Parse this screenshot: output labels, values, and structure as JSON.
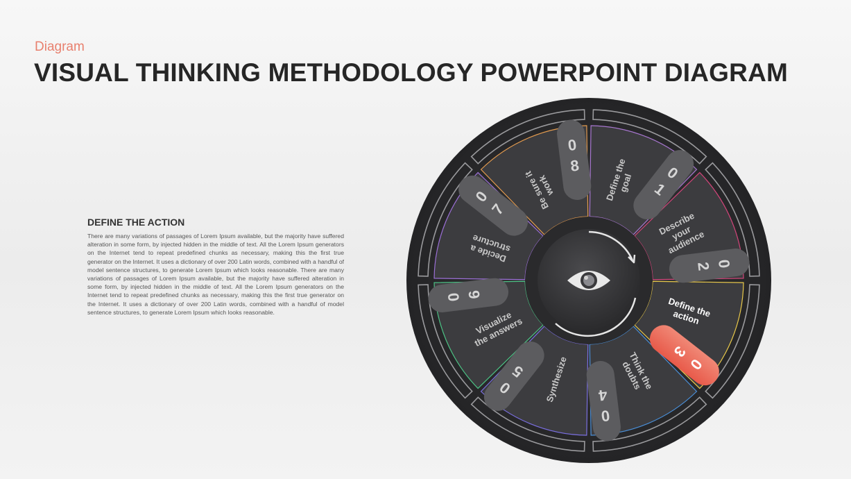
{
  "header": {
    "subtitle": "Diagram",
    "title": "VISUAL THINKING METHODOLOGY POWERPOINT DIAGRAM"
  },
  "text_block": {
    "heading": "DEFINE  THE ACTION",
    "body": "There are many variations of passages of Lorem Ipsum available, but the majority have suffered alteration in some form, by injected hidden in the middle of text. All the Lorem Ipsum generators on the Internet tend to repeat predefined chunks as necessary, making this the first true generator on the Internet. It uses a dictionary of over 200 Latin words, combined with a handful of model sentence structures, to generate Lorem Ipsum which looks reasonable. There are many variations of passages of Lorem Ipsum available, but the majority have suffered alteration in some form, by injected hidden in the middle of text. All the Lorem Ipsum generators on the Internet tend to repeat predefined chunks as necessary, making this the first true generator on the Internet. It uses a dictionary of over 200 Latin words, combined with a handful of model sentence structures, to generate Lorem Ipsum which looks reasonable."
  },
  "diagram": {
    "center_icon": "eye-icon",
    "active_step": "03",
    "accent_color": "#ee6c5c",
    "segment_color": "#3c3c3f",
    "rim_color": "#2c2c2e",
    "steps": [
      {
        "number": "01",
        "label": [
          "Define the",
          "goal"
        ],
        "outline": "#a877d0"
      },
      {
        "number": "02",
        "label": [
          "Describe",
          "your",
          "audience"
        ],
        "outline": "#d2457a"
      },
      {
        "number": "03",
        "label": [
          "Define the",
          "action"
        ],
        "outline": "#e8c84a"
      },
      {
        "number": "04",
        "label": [
          "Think the",
          "doubts"
        ],
        "outline": "#4a8fd8"
      },
      {
        "number": "05",
        "label": [
          "Synthesize"
        ],
        "outline": "#7a6fe0"
      },
      {
        "number": "06",
        "label": [
          "Visualize",
          "the answers"
        ],
        "outline": "#4cc184"
      },
      {
        "number": "07",
        "label": [
          "Decide a",
          "structure"
        ],
        "outline": "#9b6fd6"
      },
      {
        "number": "08",
        "label": [
          "Be sure it",
          "work"
        ],
        "outline": "#e39b4f"
      }
    ]
  }
}
